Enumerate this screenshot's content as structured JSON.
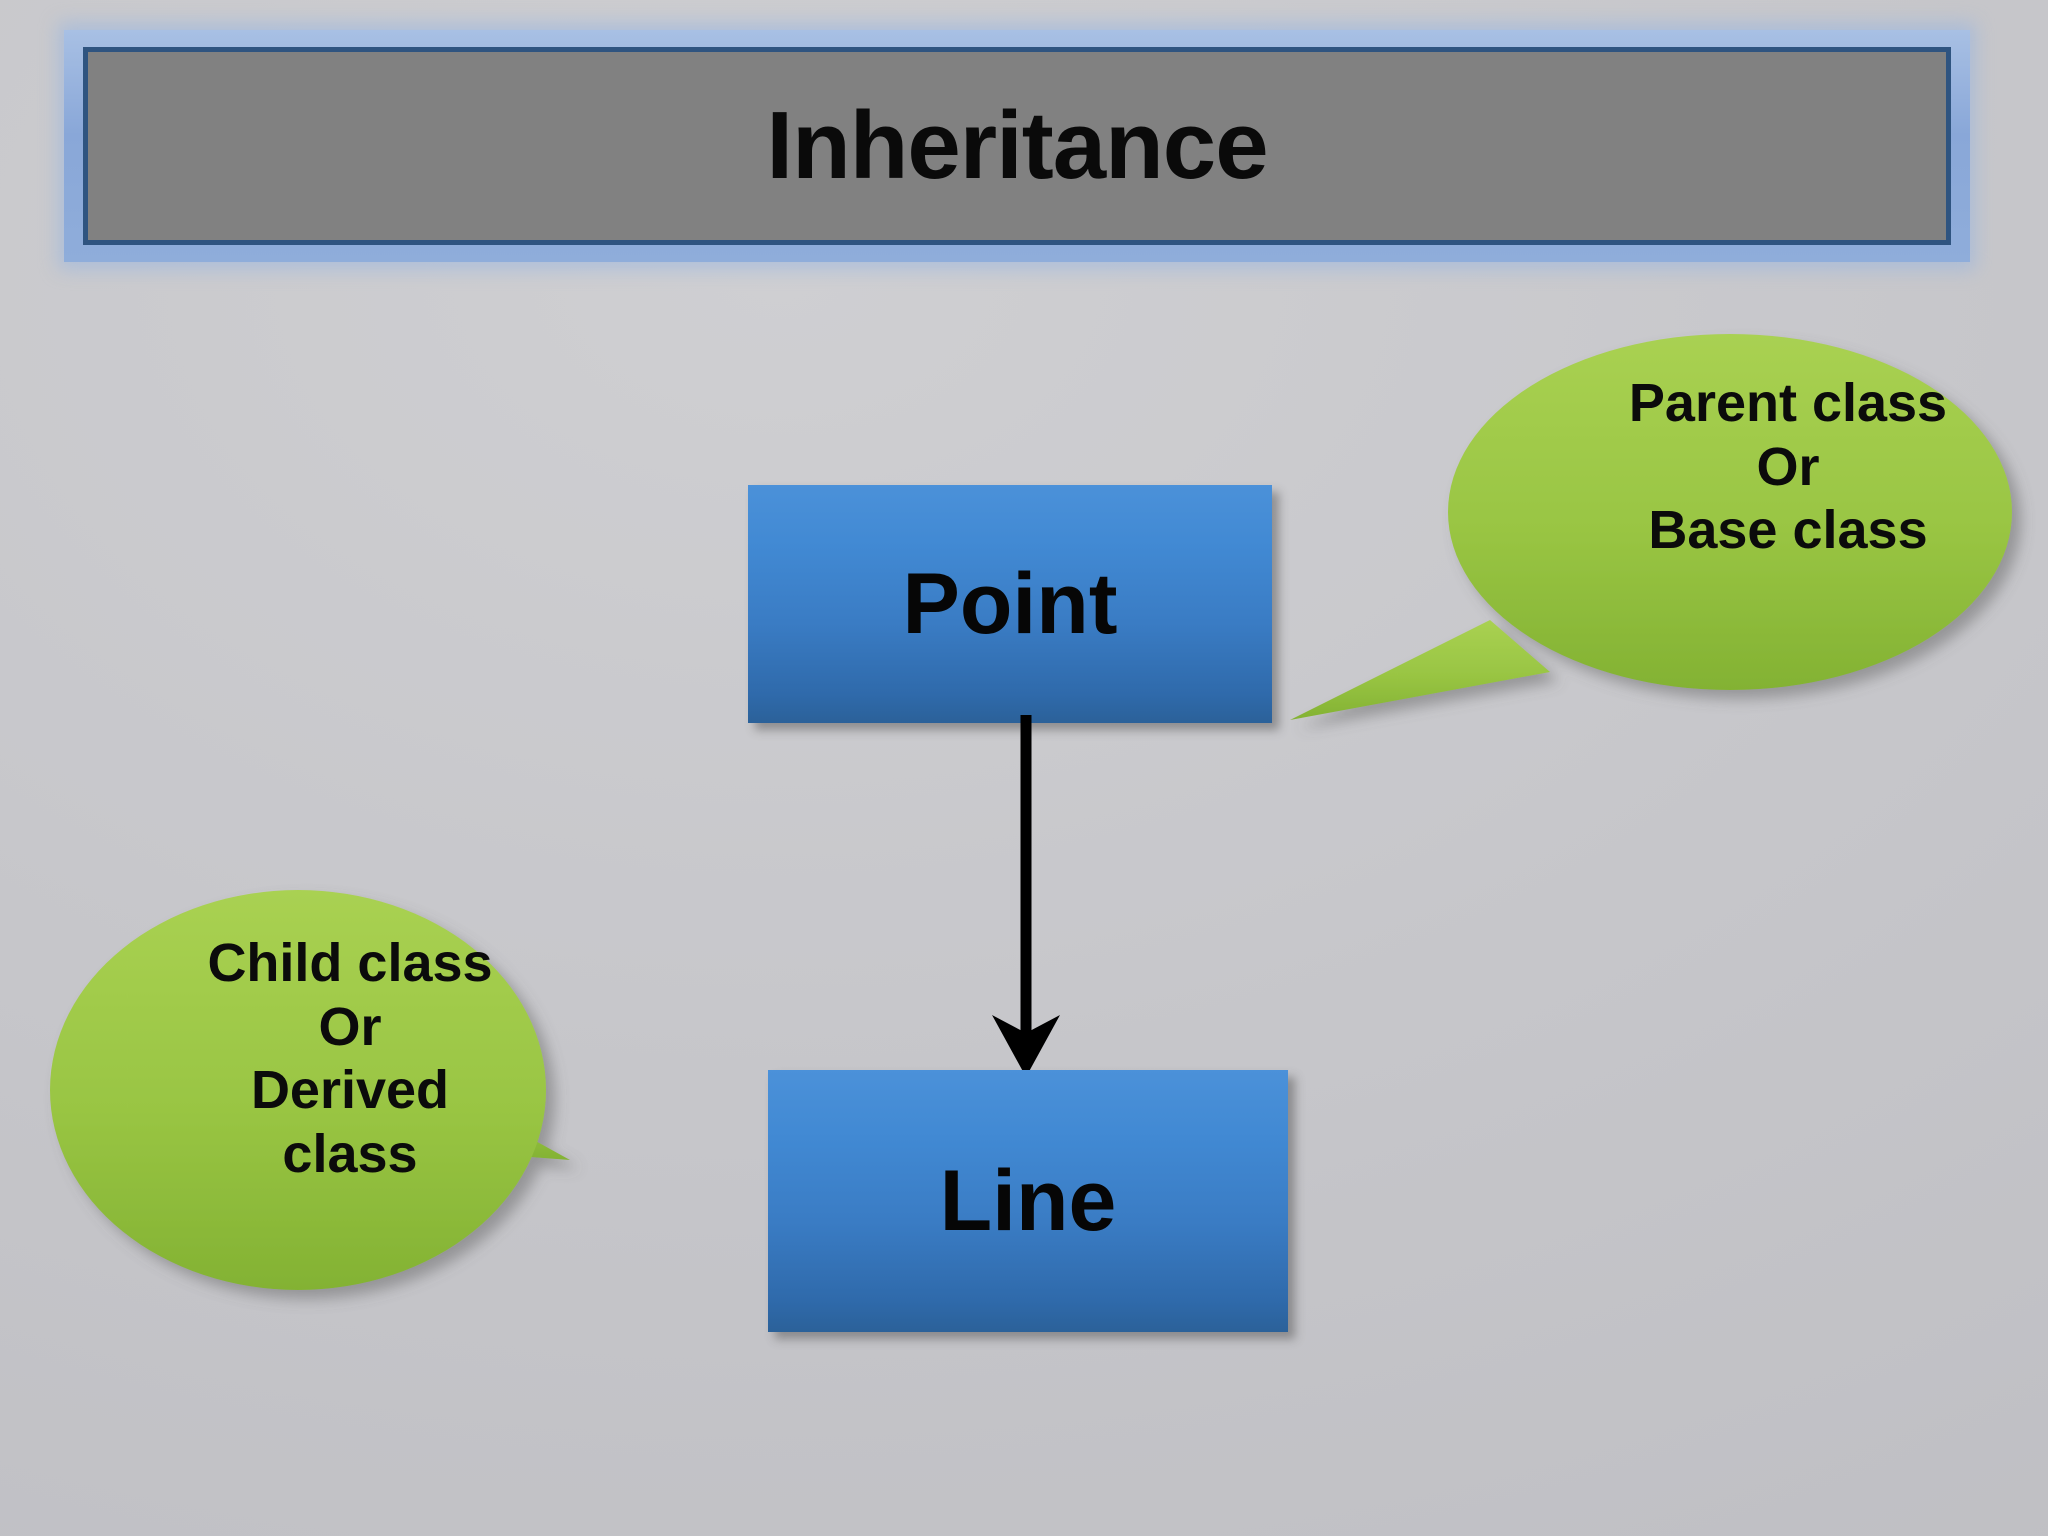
{
  "slide": {
    "title": "Inheritance",
    "background_color": "#c4c4c8",
    "title_bar": {
      "fill_color": "#818181",
      "frame_color": "#8fadda",
      "inner_border_color": "#2f5480",
      "text_color": "#0a0a0a"
    }
  },
  "diagram": {
    "type": "class-inheritance",
    "box_fill_top": "#4b91d9",
    "box_fill_bottom": "#2b6199",
    "callout_fill_top": "#a6ce4a",
    "callout_fill_bottom": "#86b534",
    "arrow_color": "#000000",
    "nodes": [
      {
        "id": "point",
        "label": "Point",
        "role": "parent"
      },
      {
        "id": "line",
        "label": "Line",
        "role": "child"
      }
    ],
    "edges": [
      {
        "from": "point",
        "to": "line",
        "style": "solid-arrow-down"
      }
    ],
    "callouts": [
      {
        "id": "parent-callout",
        "target": "point",
        "lines": [
          "Parent class",
          "Or",
          "Base class"
        ]
      },
      {
        "id": "child-callout",
        "target": "line",
        "lines": [
          "Child class",
          "Or",
          "Derived",
          "class"
        ]
      }
    ]
  }
}
